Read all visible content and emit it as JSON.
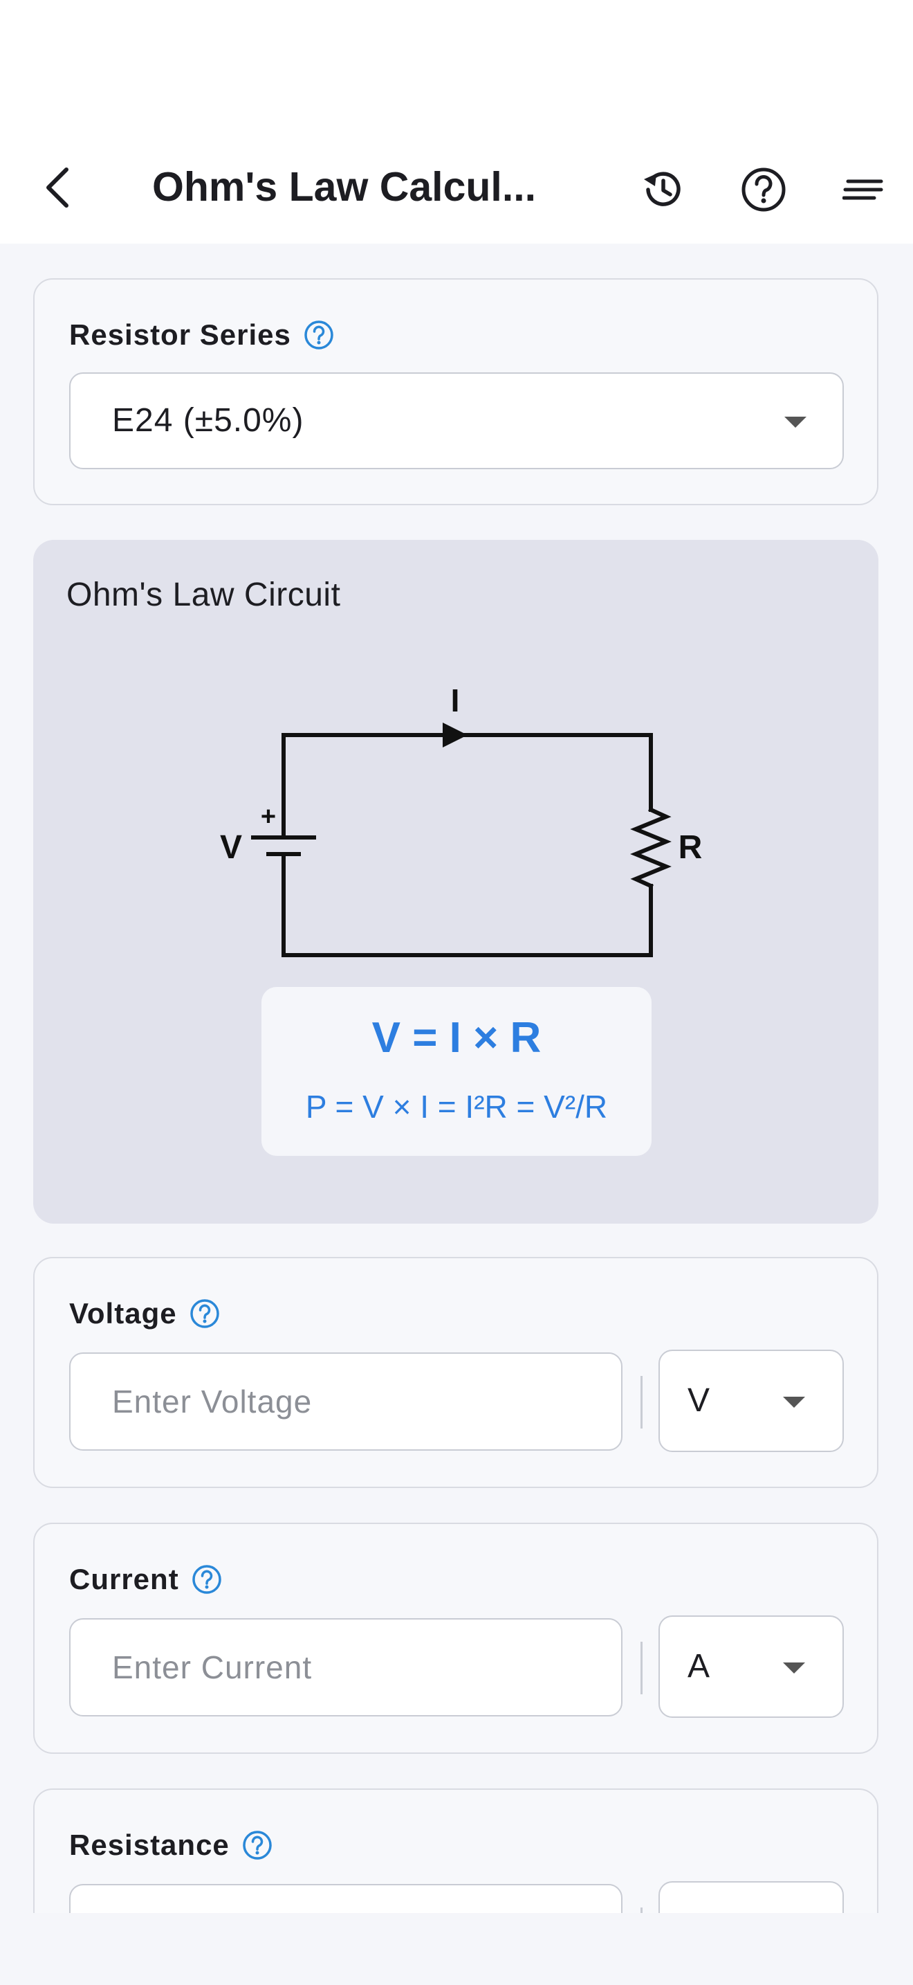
{
  "nav": {
    "title": "Ohm's Law Calcul..."
  },
  "resistor_series": {
    "label": "Resistor Series",
    "value": "E24 (±5.0%)"
  },
  "circuit": {
    "title": "Ohm's Law Circuit",
    "labels": {
      "current": "I",
      "voltage": "V",
      "plus": "+",
      "resistance": "R"
    },
    "formula_main": "V = I × R",
    "formula_sub": "P = V × I = I²R = V²/R"
  },
  "voltage": {
    "label": "Voltage",
    "placeholder": "Enter Voltage",
    "unit": "V"
  },
  "current": {
    "label": "Current",
    "placeholder": "Enter Current",
    "unit": "A"
  },
  "resistance": {
    "label": "Resistance"
  },
  "colors": {
    "accent": "#2d7ee0",
    "help_icon": "#2a88d8",
    "circuit_bg": "#e1e2ec"
  },
  "icons": [
    "chevron-left-icon",
    "history-icon",
    "help-icon",
    "menu-icon",
    "dropdown-caret-icon"
  ]
}
